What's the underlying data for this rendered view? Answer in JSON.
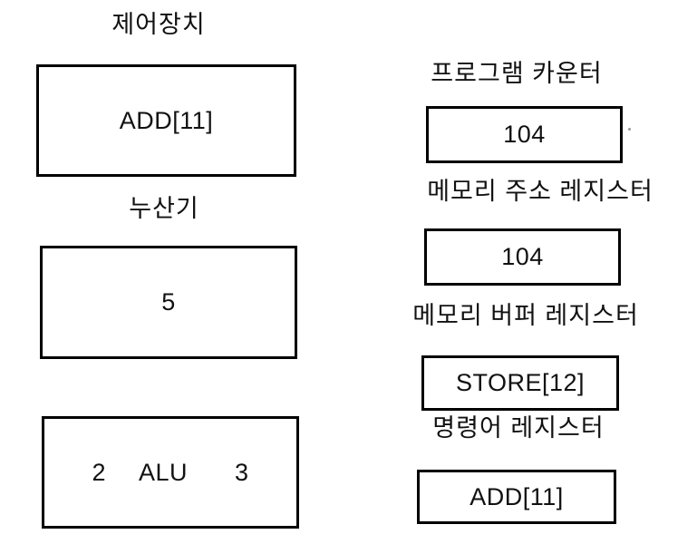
{
  "left_column": {
    "control_unit": {
      "label": "제어장치",
      "value": "ADD[11]"
    },
    "accumulator": {
      "label": "누산기",
      "value": "5"
    },
    "alu": {
      "left_operand": "2",
      "name": "ALU",
      "right_operand": "3"
    }
  },
  "right_column": {
    "program_counter": {
      "label": "프로그램 카운터",
      "value": "104"
    },
    "memory_address_register": {
      "label": "메모리 주소 레지스터",
      "value": "104"
    },
    "memory_buffer_register": {
      "label": "메모리 버퍼 레지스터",
      "value": "STORE[12]"
    },
    "instruction_register": {
      "label": "명령어 레지스터",
      "value": "ADD[11]"
    }
  },
  "colors": {
    "background": "#ffffff",
    "border": "#000000",
    "text": "#111111"
  }
}
